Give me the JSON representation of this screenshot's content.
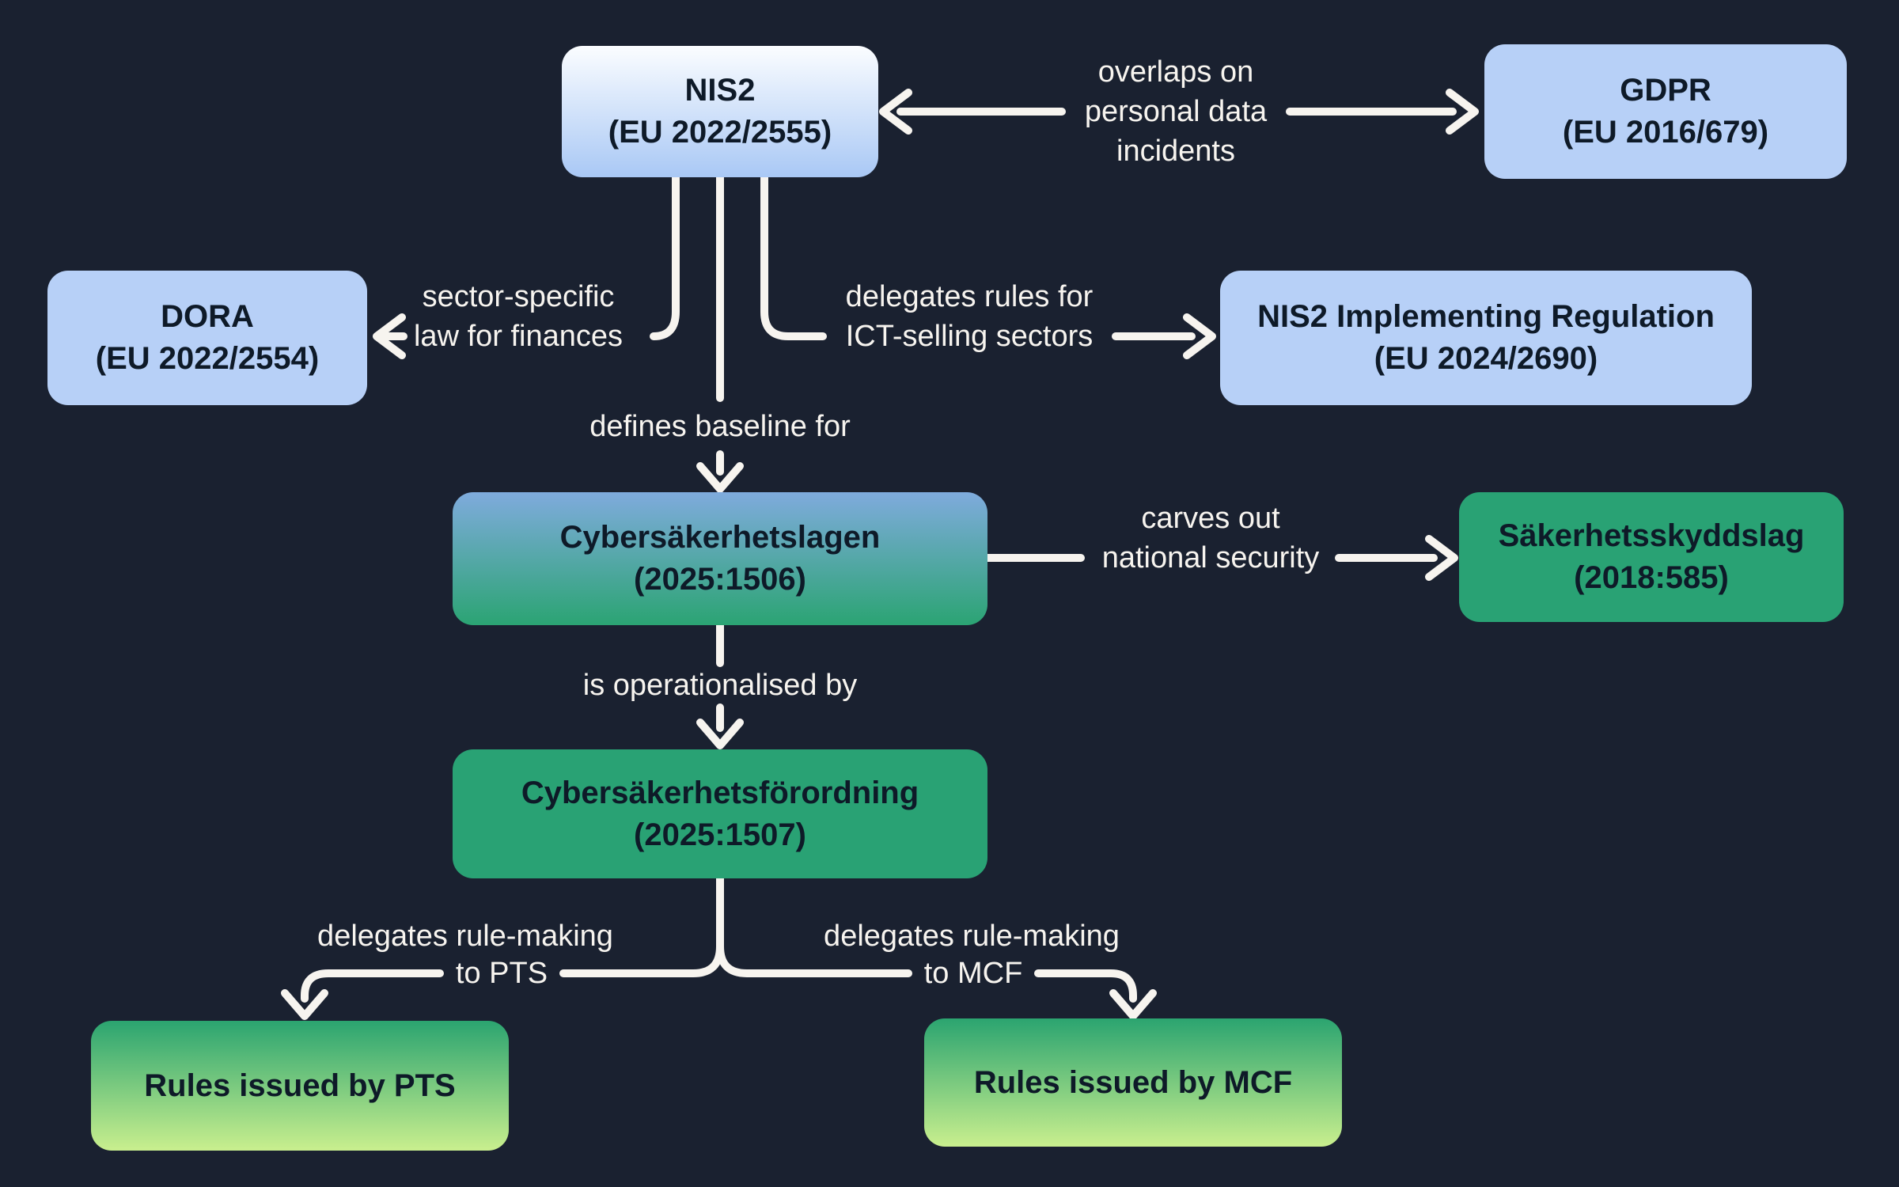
{
  "colors": {
    "background": "#1a2130",
    "line": "#f7f4ef",
    "label-text": "#f7f4ef",
    "box-text": "#0e1a28",
    "blue-flat": "#b7d0f7",
    "nis2-top": "#fbfdff",
    "nis2-bottom": "#a9c8f5",
    "lag-top": "#7fabdd",
    "lag-bottom": "#2ba473",
    "green-flat": "#29a274",
    "rules-top": "#2ba470",
    "rules-bottom": "#c9ef8e"
  },
  "nodes": {
    "nis2": {
      "title": "NIS2",
      "ref": "(EU 2022/2555)"
    },
    "gdpr": {
      "title": "GDPR",
      "ref": "(EU 2016/679)"
    },
    "dora": {
      "title": "DORA",
      "ref": "(EU 2022/2554)"
    },
    "nis2_ir": {
      "title": "NIS2 Implementing Regulation",
      "ref": "(EU 2024/2690)"
    },
    "cyberlag": {
      "title": "Cybersäkerhetslagen",
      "ref": "(2025:1506)"
    },
    "sakerhetsskyddslag": {
      "title": "Säkerhetsskyddslag",
      "ref": "(2018:585)"
    },
    "cyberforordning": {
      "title": "Cybersäkerhetsförordning",
      "ref": "(2025:1507)"
    },
    "pts_rules": {
      "title": "Rules issued by PTS"
    },
    "mcf_rules": {
      "title": "Rules issued by MCF"
    }
  },
  "edge_labels": {
    "gdpr_overlap": [
      "overlaps on",
      "personal data",
      "incidents"
    ],
    "dora_link": [
      "sector-specific",
      "law for finances"
    ],
    "ir_link": [
      "delegates rules for",
      "ICT-selling sectors"
    ],
    "baseline": [
      "defines baseline for"
    ],
    "carve_out": [
      "carves out",
      "national security"
    ],
    "operationalised": [
      "is operationalised by"
    ],
    "pts_delegation": [
      "delegates rule-making",
      "to PTS"
    ],
    "mcf_delegation": [
      "delegates rule-making",
      "to MCF"
    ]
  }
}
